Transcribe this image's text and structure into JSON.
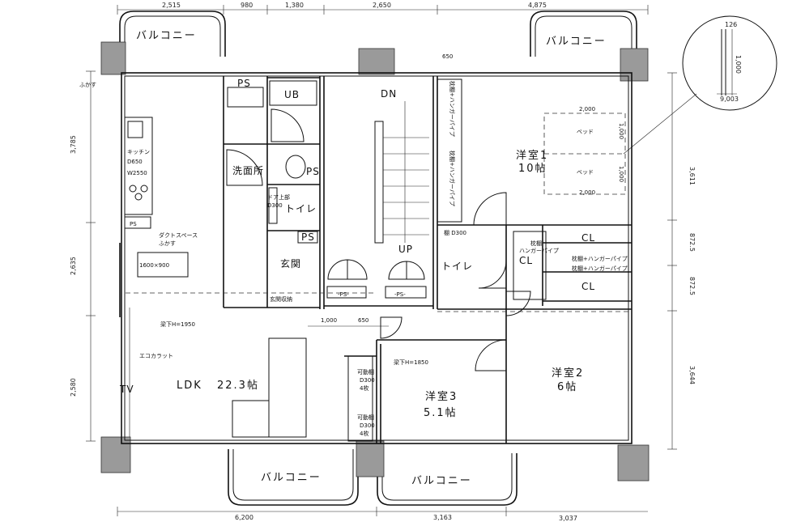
{
  "top_dims": [
    "2,515",
    "980",
    "1,380",
    "2,650",
    "4,875"
  ],
  "bottom_dims": [
    "6,200",
    "3,163",
    "3,037"
  ],
  "left_dims": [
    "3,785",
    "2,635",
    "2,580"
  ],
  "right_dims": [
    "3,611",
    "872.5",
    "872.5",
    "3,644"
  ],
  "detail": {
    "d1": "126",
    "d2": "1,000",
    "d3": "9,003"
  },
  "balconies": {
    "top_left": "バルコニー",
    "top_right": "バルコニー",
    "bottom_left": "バルコニー",
    "bottom_right": "バルコニー"
  },
  "rooms": {
    "bed1_name": "洋室1",
    "bed1_size": "10帖",
    "bed2_name": "洋室2",
    "bed2_size": "6帖",
    "bed3_name": "洋室3",
    "bed3_size": "5.1帖",
    "ldk_name": "LDK",
    "ldk_size": "22.3帖",
    "wash": "洗面所",
    "toilet1": "トイレ",
    "toilet2": "トイレ",
    "entrance": "玄関",
    "ub": "UB"
  },
  "labels": {
    "ps1": "PS",
    "ps2": "PS",
    "ps3": "PS",
    "ps4": "PS",
    "ps5": "-PS-",
    "ps6": "-PS-",
    "fukasu1": "ふかす",
    "duct": "ダクトスペース",
    "fukasu2": "ふかす",
    "kitchen": "キッチン",
    "kd": "D650",
    "kw": "W2550",
    "island": "1600×900",
    "beam1": "梁下H=1950",
    "beam2": "梁下H=1850",
    "eco": "エコカラット",
    "tv": "TV",
    "dn": "DN",
    "up": "UP",
    "stair_dim": "650",
    "dim1000": "1,000",
    "dim650": "650",
    "storage": "玄関収納",
    "door": "ドア上部",
    "door_d": "D300",
    "shelf_d": "棚  D300",
    "cl1": "CL",
    "cl2": "CL",
    "cl3": "CL",
    "shelf_hanger": "枕棚",
    "hanger": "ハンガーパイプ",
    "shelf_hanger2": "枕棚+ハンガーパイプ",
    "shelf_hanger3": "枕棚+ハンガーパイプ",
    "shelf_hanger4": "枕棚+ハンガーパイプ",
    "shelf_hanger5": "枕棚+ハンガーパイプ",
    "bed": "ベッド",
    "bed_b": "ベッド",
    "bd_2000": "2,000",
    "bd_2000b": "2,000",
    "bd_1000": "1,000",
    "bd_1000b": "1,000",
    "mov1": "可動棚",
    "mov1b": "D300",
    "mov1c": "4枚",
    "mov2": "可動棚",
    "mov2b": "D300",
    "mov2c": "4枚"
  }
}
